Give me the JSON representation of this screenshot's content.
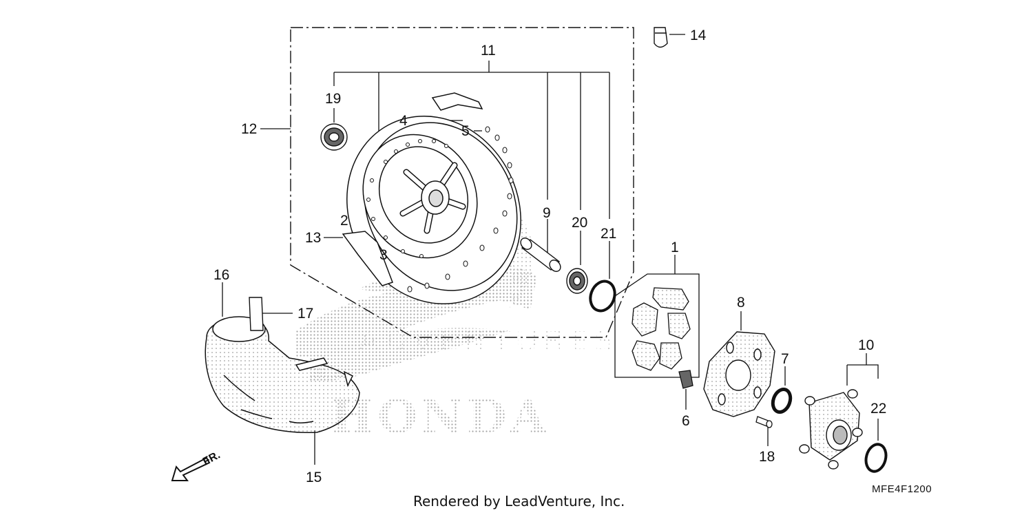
{
  "callouts": {
    "c1": "1",
    "c2": "2",
    "c3": "3",
    "c4": "4",
    "c5": "5",
    "c6": "6",
    "c7": "7",
    "c8": "8",
    "c9": "9",
    "c10": "10",
    "c11": "11",
    "c12": "12",
    "c13": "13",
    "c14": "14",
    "c15": "15",
    "c16": "16",
    "c17": "17",
    "c18": "18",
    "c19": "19",
    "c20": "20",
    "c21": "21",
    "c22": "22"
  },
  "watermark": {
    "brand": "HONDA",
    "dealer": "ADVENTURES"
  },
  "direction_label": "FR.",
  "footer": {
    "credit": "Rendered by LeadVenture, Inc.",
    "diagram_code": "MFE4F1200"
  }
}
